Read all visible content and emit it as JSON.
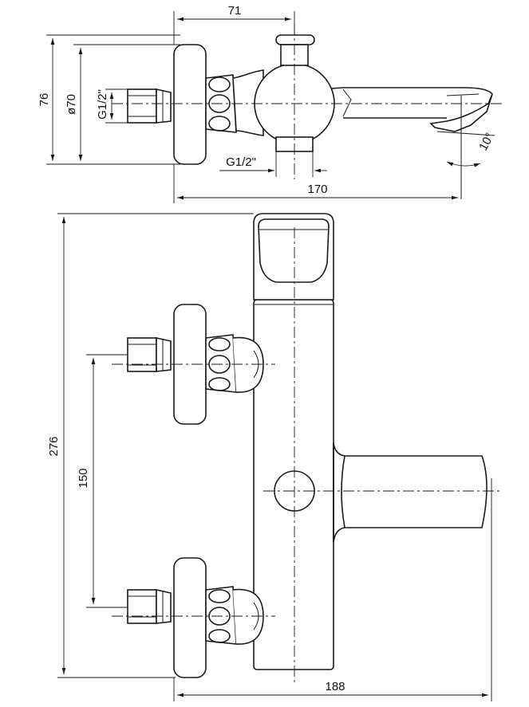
{
  "top_view": {
    "dim_71": "71",
    "dim_76": "76",
    "dim_o70": "ø70",
    "dim_g12_left": "G1/2\"",
    "dim_g12_bottom": "G1/2\"",
    "dim_170": "170",
    "dim_angle": "10°"
  },
  "front_view": {
    "dim_276": "276",
    "dim_150": "150",
    "dim_188": "188"
  }
}
